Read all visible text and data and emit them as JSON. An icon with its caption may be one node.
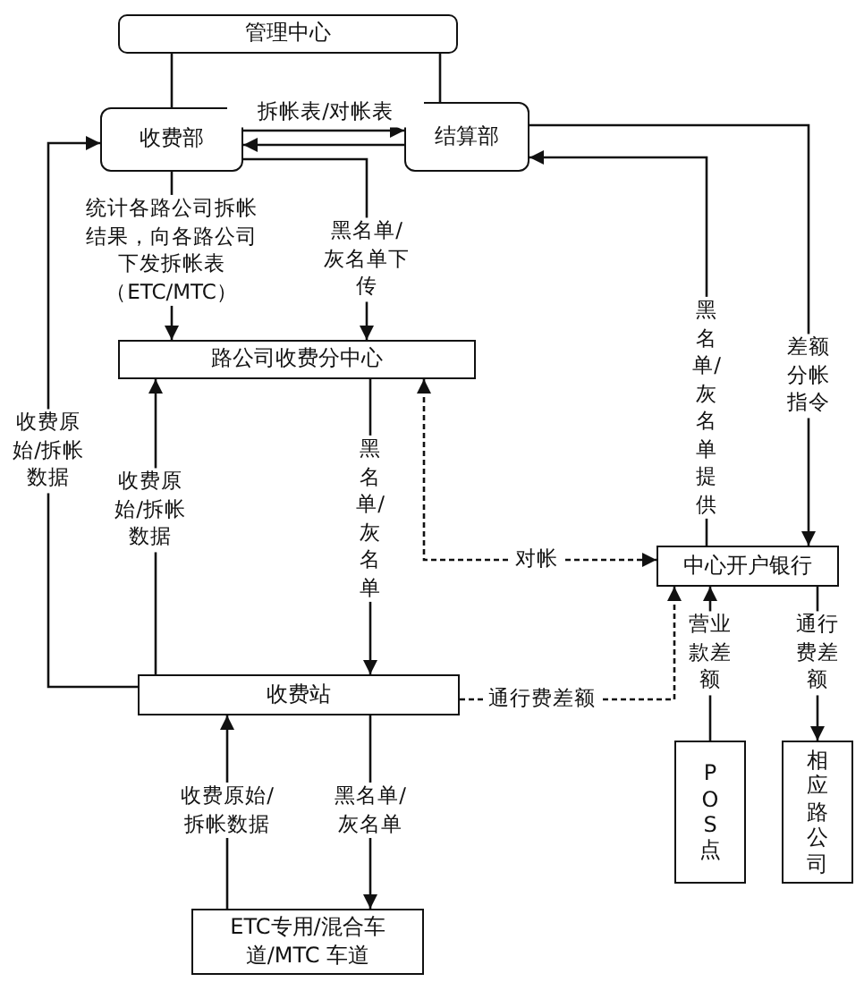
{
  "diagram": {
    "nodes": [
      {
        "text": [
          "管理中心"
        ]
      },
      {
        "text": [
          "收费部"
        ]
      },
      {
        "text": [
          "结算部"
        ]
      },
      {
        "text": [
          "路公司收费分中心"
        ]
      },
      {
        "text": [
          "收费站"
        ]
      },
      {
        "text": [
          "ETC专用/混合车道/MTC 车道"
        ]
      },
      {
        "text": [
          "中心开户银行"
        ]
      },
      {
        "text": [
          "POS点"
        ]
      },
      {
        "text": [
          "相应路公司"
        ]
      }
    ],
    "edges": [
      {
        "from": 0,
        "to": 1,
        "arrow": "none"
      },
      {
        "from": 0,
        "to": 2,
        "arrow": "none"
      },
      {
        "from": 1,
        "to": 2,
        "arrow": "to",
        "label": "拆帐表/对帐表"
      },
      {
        "from": 2,
        "to": 1,
        "arrow": "to"
      },
      {
        "from": 1,
        "to": 3,
        "arrow": "to",
        "label": "统计各路公司拆帐结果，向各路公司下发拆帐表（ETC/MTC）"
      },
      {
        "from": 1,
        "to": 3,
        "arrow": "to",
        "label": "黑名单/灰名单下传"
      },
      {
        "from": 2,
        "to": 6,
        "arrow": "to",
        "label": "差额分帐指令"
      },
      {
        "from": 6,
        "to": 2,
        "arrow": "to",
        "label": "黑名单/灰名单提供"
      },
      {
        "from": 3,
        "to": 4,
        "arrow": "to",
        "label": "黑名单/灰名单"
      },
      {
        "from": 4,
        "to": 3,
        "arrow": "to",
        "label": "收费原始/拆帐数据"
      },
      {
        "from": 4,
        "to": 1,
        "arrow": "to",
        "label": "收费原始/拆帐数据"
      },
      {
        "from": 3,
        "to": 6,
        "arrow": "both",
        "label": "对帐",
        "style": "dashed"
      },
      {
        "from": 4,
        "to": 6,
        "arrow": "to",
        "label": "通行费差额",
        "style": "dashed"
      },
      {
        "from": 7,
        "to": 6,
        "arrow": "to",
        "label": "营业款差额"
      },
      {
        "from": 6,
        "to": 8,
        "arrow": "to",
        "label": "通行费差额"
      },
      {
        "from": 5,
        "to": 4,
        "arrow": "to",
        "label": "收费原始/拆帐数据"
      },
      {
        "from": 4,
        "to": 5,
        "arrow": "to",
        "label": "黑名单/灰名单"
      }
    ]
  }
}
